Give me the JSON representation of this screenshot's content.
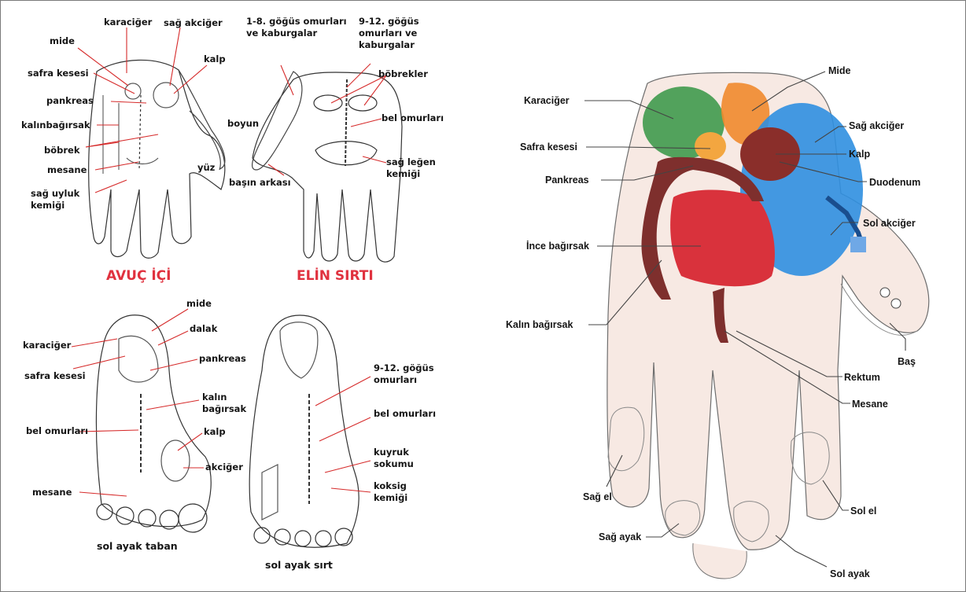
{
  "left_panel": {
    "palm": {
      "title": "AVUÇ İÇİ",
      "labels": {
        "mide": "mide",
        "karaciger": "karaciğer",
        "sag_akciger": "sağ akciğer",
        "kalp": "kalp",
        "safra_kesesi": "safra kesesi",
        "pankreas": "pankreas",
        "kalinbagirsak": "kalınbağırsak",
        "bobrek": "böbrek",
        "mesane": "mesane",
        "sag_uyluk": "sağ uyluk\nkemiği",
        "boyun": "boyun",
        "yuz": "yüz"
      }
    },
    "back": {
      "title": "ELİN SIRTI",
      "labels": {
        "gogus_1_8": "1-8. göğüs omurları\nve kaburgalar",
        "gogus_9_12": "9-12. göğüs\nomurları ve\nkaburgalar",
        "bobrekler": "böbrekler",
        "bel_omurlari": "bel omurları",
        "sag_legen": "sağ leğen\nkemiği",
        "basin_arkasi": "başın arkası"
      }
    },
    "sole": {
      "caption": "sol ayak taban",
      "labels": {
        "mide": "mide",
        "dalak": "dalak",
        "karaciger": "karaciğer",
        "safra_kesesi": "safra kesesi",
        "pankreas": "pankreas",
        "kalin_bagirsak": "kalın\nbağırsak",
        "bel_omurlari": "bel omurları",
        "kalp": "kalp",
        "akciger": "akciğer",
        "mesane": "mesane"
      }
    },
    "foot_back": {
      "caption": "sol ayak sırt",
      "labels": {
        "gogus_9_12": "9-12. göğüs\nomurları",
        "bel_omurlari": "bel omurları",
        "kuyruk": "kuyruk\nsokumu",
        "koksig": "koksig\nkemiği"
      }
    }
  },
  "right_panel": {
    "labels": {
      "mide": "Mide",
      "karaciger": "Karaciğer",
      "sag_akciger": "Sağ akciğer",
      "safra_kesesi": "Safra kesesi",
      "kalp": "Kalp",
      "pankreas": "Pankreas",
      "duodenum": "Duodenum",
      "sol_akciger": "Sol akciğer",
      "ince_bagirsak": "İnce bağırsak",
      "kalin_bagirsak": "Kalın bağırsak",
      "bas": "Baş",
      "rektum": "Rektum",
      "mesane": "Mesane",
      "sag_el": "Sağ el",
      "sol_el": "Sol el",
      "sag_ayak": "Sağ ayak",
      "sol_ayak": "Sol ayak"
    },
    "colors": {
      "liver": "#3f9a4c",
      "lung": "#2f8fe0",
      "stomach": "#f08a2c",
      "gallbladder": "#f3a640",
      "heart": "#8a2e2a",
      "small_intestine": "#d9323c",
      "large_intestine": "#7e2f2d",
      "skin": "#f7e9e3"
    }
  },
  "colors": {
    "title_red": "#e0323f",
    "leader_red": "#d62b2b",
    "outline": "#333333"
  }
}
